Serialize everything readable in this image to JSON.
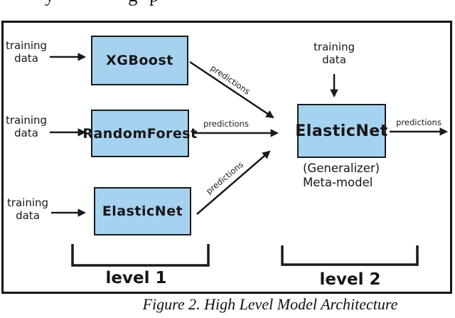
{
  "page": {
    "top_fragments": [
      "y",
      "g",
      "p"
    ],
    "caption": "Figure 2. High Level Model Architecture"
  },
  "diagram": {
    "training_data_label": "training\ndata",
    "predictions_label": "predictions",
    "level1": {
      "models": [
        {
          "name": "XGBoost"
        },
        {
          "name": "RandomForest"
        },
        {
          "name": "ElasticNet"
        }
      ],
      "bracket_label": "level 1"
    },
    "level2": {
      "model": "ElasticNet",
      "annotation_line1": "(Generalizer)",
      "annotation_line2": "Meta-model",
      "bracket_label": "level 2"
    },
    "colors": {
      "box_fill": "#a5d2ef",
      "box_border": "#1b1b1b",
      "arrow": "#1a1a1a",
      "frame_border": "#141414"
    }
  }
}
